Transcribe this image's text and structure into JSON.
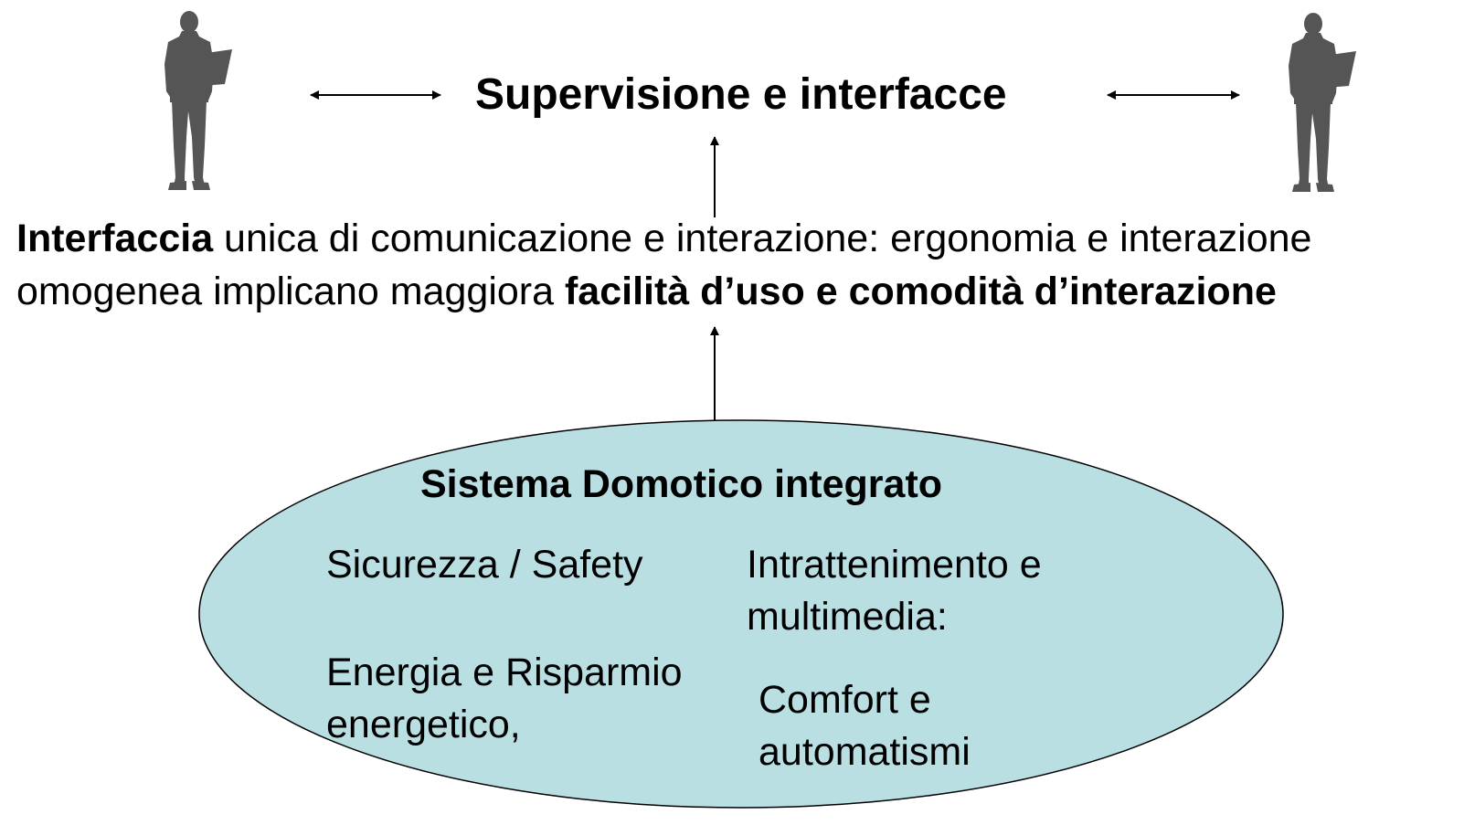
{
  "header": {
    "title": "Supervisione e interfacce"
  },
  "interface": {
    "bold_start": "Interfaccia",
    "line1_rest": " unica di comunicazione e interazione: ergonomia e interazione",
    "line2_start": "omogenea implicano maggiora ",
    "bold_end": "facilità d’uso e comodità d’interazione"
  },
  "system": {
    "title": "Sistema Domotico integrato",
    "safety": "Sicurezza / Safety",
    "multimedia_line1": "Intrattenimento e",
    "multimedia_line2": "multimedia:",
    "energy_line1": "Energia e Risparmio",
    "energy_line2": "energetico,",
    "comfort_line1": "Comfort e",
    "comfort_line2": "automatismi"
  },
  "colors": {
    "ellipse_fill": "#b9dfe3",
    "figure_fill": "#555555",
    "line": "#000000"
  },
  "icons": {
    "left_person": "person-silhouette-icon",
    "right_person": "person-silhouette-icon"
  }
}
